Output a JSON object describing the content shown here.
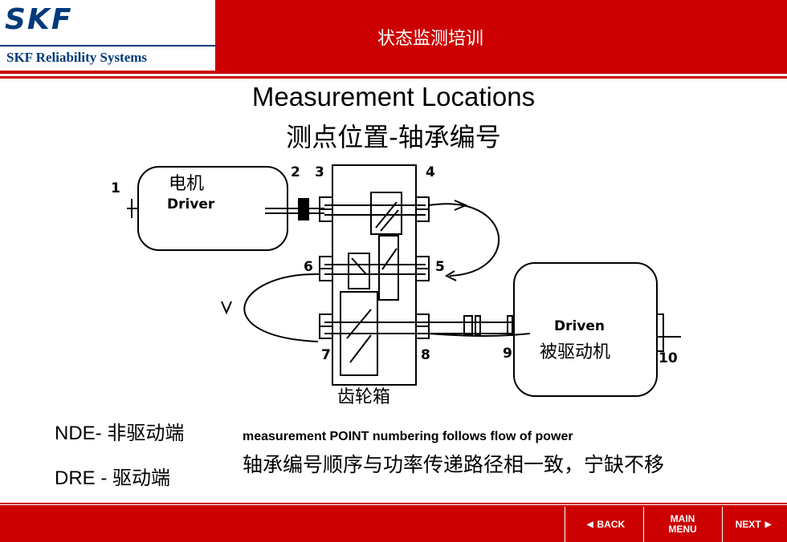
{
  "header": {
    "logo": "SKF",
    "logo_subtitle": "SKF Reliability Systems",
    "title": "状态监测培训"
  },
  "slide": {
    "title_en": "Measurement Locations",
    "title_cn": "测点位置-轴承编号"
  },
  "diagram": {
    "driver_cn": "电机",
    "driver_en": "Driver",
    "driven_en": "Driven",
    "driven_cn": "被驱动机",
    "gearbox_cn": "齿轮箱",
    "points": [
      "1",
      "2",
      "3",
      "4",
      "5",
      "6",
      "7",
      "8",
      "9",
      "10"
    ]
  },
  "legend": {
    "nde": "NDE- 非驱动端",
    "dre": "DRE - 驱动端"
  },
  "note": {
    "en": "measurement POINT numbering follows flow of power",
    "cn": "轴承编号顺序与功率传递路径相一致，宁缺不移"
  },
  "footer": {
    "back_label": "BACK",
    "main_line1": "MAIN",
    "main_line2": "MENU",
    "next_label": "NEXT",
    "back_icon": "triangle-left-icon",
    "next_icon": "triangle-right-icon"
  },
  "colors": {
    "brand_red": "#cc0000",
    "skf_blue": "#003a7a"
  }
}
